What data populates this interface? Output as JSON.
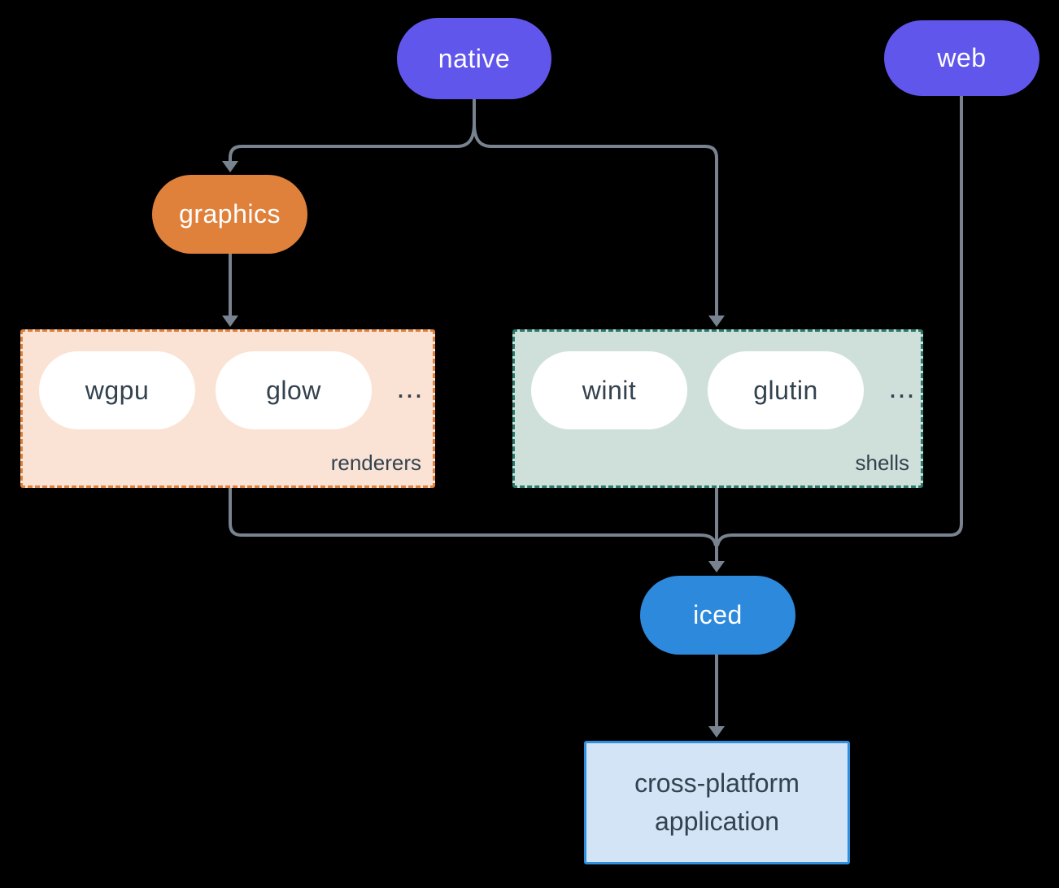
{
  "background_color": "#000000",
  "edge_color": "#78838f",
  "nodes": {
    "native": {
      "label": "native",
      "color": "#6156ec",
      "text_color": "#ffffff"
    },
    "web": {
      "label": "web",
      "color": "#6156ec",
      "text_color": "#ffffff"
    },
    "graphics": {
      "label": "graphics",
      "color": "#e0813b",
      "text_color": "#ffffff"
    },
    "iced": {
      "label": "iced",
      "color": "#2d89dc",
      "text_color": "#ffffff"
    },
    "app": {
      "lines": [
        "cross-platform",
        "application"
      ],
      "bg_color": "#d2e4f5",
      "border_color": "#2f8fdf",
      "text_color": "#33424f"
    }
  },
  "groups": {
    "renderers": {
      "label": "renderers",
      "items": [
        "wgpu",
        "glow"
      ],
      "ellipsis": "...",
      "bg_color": "#fae3d5",
      "border_color": "#e0813b",
      "item_text_color": "#33424f"
    },
    "shells": {
      "label": "shells",
      "items": [
        "winit",
        "glutin"
      ],
      "ellipsis": "...",
      "bg_color": "#cfe0da",
      "border_color": "#2a7a6d",
      "item_text_color": "#33424f"
    }
  },
  "edges": [
    "native -> graphics",
    "native -> shells",
    "graphics -> renderers",
    "renderers -> iced",
    "shells -> iced",
    "web -> iced",
    "iced -> cross-platform application"
  ]
}
